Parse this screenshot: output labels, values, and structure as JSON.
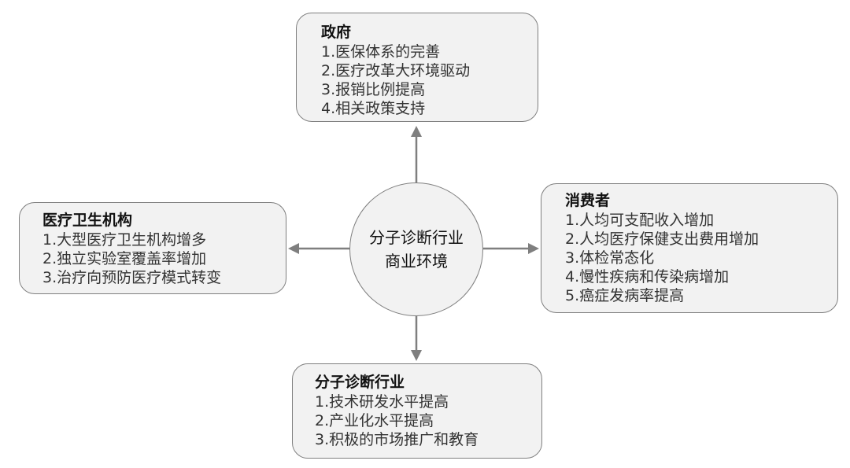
{
  "center": {
    "line1": "分子诊断行业",
    "line2": "商业环境"
  },
  "government": {
    "title": "政府",
    "items": [
      "1.医保体系的完善",
      "2.医疗改革大环境驱动",
      "3.报销比例提高",
      "4.相关政策支持"
    ]
  },
  "medical_institutions": {
    "title": "医疗卫生机构",
    "items": [
      "1.大型医疗卫生机构增多",
      "2.独立实验室覆盖率增加",
      "3.治疗向预防医疗模式转变"
    ]
  },
  "consumers": {
    "title": "消费者",
    "items": [
      "1.人均可支配收入增加",
      "2.人均医疗保健支出费用增加",
      "3.体检常态化",
      "4.慢性疾病和传染病增加",
      "5.癌症发病率提高"
    ]
  },
  "industry": {
    "title": "分子诊断行业",
    "items": [
      "1.技术研发水平提高",
      "2.产业化水平提高",
      "3.积极的市场推广和教育"
    ]
  },
  "colors": {
    "box_fill": "#f2f2f2",
    "border": "#7f7f7f",
    "arrow": "#7f7f7f",
    "text": "#333333"
  }
}
